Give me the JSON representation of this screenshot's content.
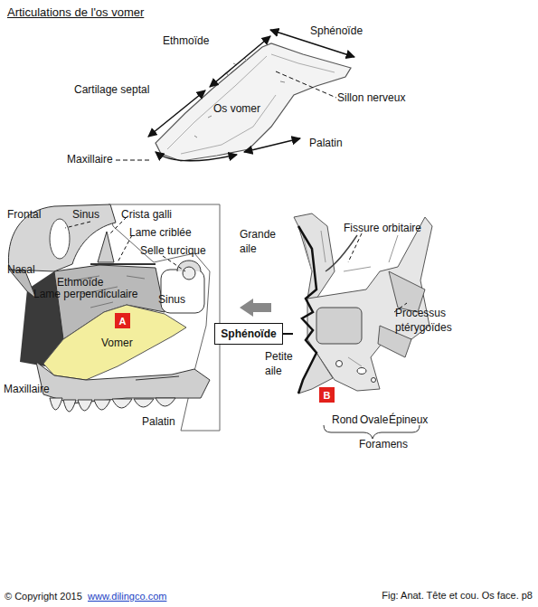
{
  "diagram": {
    "title": "Articulations de l'os vomer",
    "caption": "Fig:  Anat. Tête et cou. Os face. p8",
    "nodes": [
      {
        "text": [
          "A"
        ]
      },
      {
        "text": [
          "Sphénoïde"
        ]
      },
      {
        "text": [
          "B"
        ]
      }
    ],
    "labels": [
      "Ethmoïde",
      "Sphénoïde",
      "Cartilage septal",
      "Os vomer",
      "Sillon nerveux",
      "Palatin",
      "Maxillaire",
      "Frontal",
      "Sinus",
      "Crista galli",
      "Lame criblée",
      "Selle turcique",
      "Nasal",
      "Ethmoïde",
      "Lame perpendiculaire",
      "Sinus",
      "Vomer",
      "Maxillaire",
      "Palatin",
      "Grande aile",
      "Fissure orbitaire",
      "Processus ptérygoïdes",
      "Petite aile",
      "Rond",
      "Ovale",
      "Épineux",
      "Foramens",
      "© Copyright 2015",
      "www.dilingco.com"
    ]
  }
}
